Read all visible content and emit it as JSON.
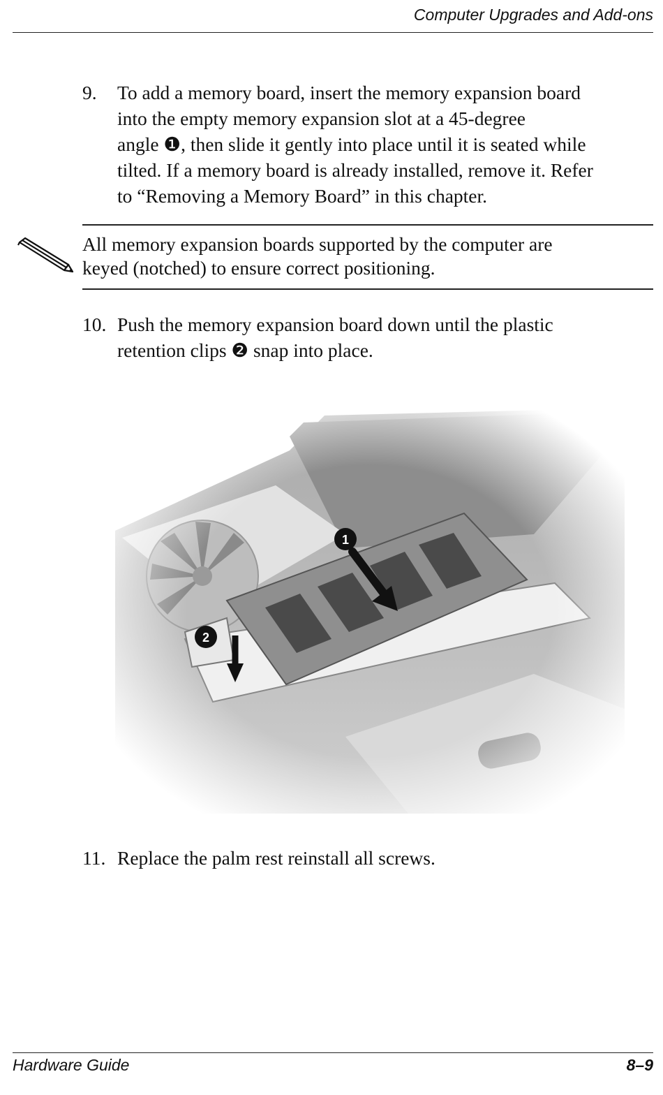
{
  "header": {
    "title": "Computer Upgrades and Add-ons"
  },
  "steps": [
    {
      "number": "9.",
      "lines": [
        "To add a memory board, insert the memory expansion board",
        "into the empty memory expansion slot at a 45-degree",
        "angle ❶, then slide it gently into place until it is seated while",
        "tilted. If a memory board is already installed, remove it. Refer",
        "to “Removing a Memory Board” in this chapter."
      ]
    },
    {
      "number": "10.",
      "lines": [
        "Push the memory expansion board down until the plastic",
        "retention clips ❷ snap into place."
      ]
    },
    {
      "number": "11.",
      "lines": [
        "Replace the palm rest reinstall all screws."
      ]
    }
  ],
  "note": {
    "icon": "pencil-note-icon",
    "lines": [
      "All memory expansion boards supported by the computer are",
      "keyed (notched) to ensure correct positioning."
    ]
  },
  "figure": {
    "callouts": [
      "1",
      "2"
    ]
  },
  "footer": {
    "left": "Hardware Guide",
    "right": "8–9"
  }
}
